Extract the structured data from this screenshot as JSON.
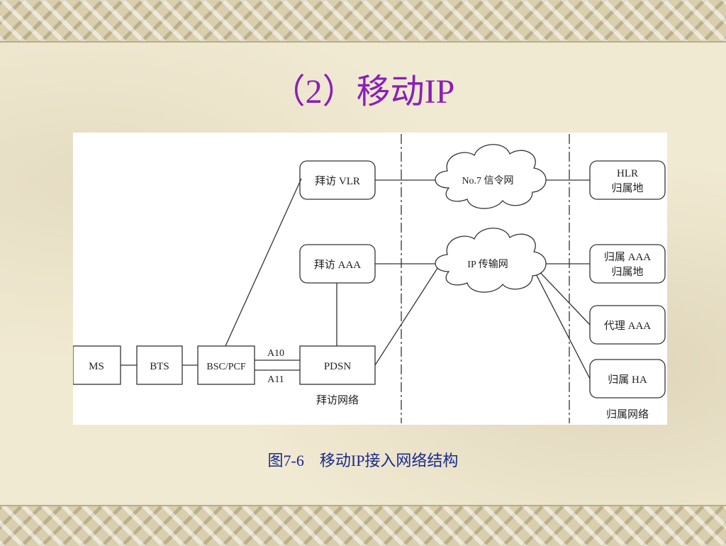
{
  "slide": {
    "title": "（2）移动IP",
    "caption": "图7-6　移动IP接入网络结构"
  },
  "diagram": {
    "nodes": {
      "ms": "MS",
      "bts": "BTS",
      "bsc": "BSC/PCF",
      "pdsn": "PDSN",
      "visit_vlr": "拜访 VLR",
      "visit_aaa": "拜访 AAA",
      "no7": "No.7 信令网",
      "ipnet": "IP 传输网",
      "hlr_line1": "HLR",
      "hlr_line2": "归属地",
      "home_aaa_line1": "归属 AAA",
      "home_aaa_line2": "归属地",
      "proxy_aaa": "代理 AAA",
      "home_ha": "归属 HA"
    },
    "labels": {
      "a10": "A10",
      "a11": "A11",
      "visited_network": "拜访网络",
      "home_network": "归属网络"
    }
  },
  "colors": {
    "title": "#8a1fb8",
    "caption": "#1a2a8a",
    "line": "#333333"
  }
}
